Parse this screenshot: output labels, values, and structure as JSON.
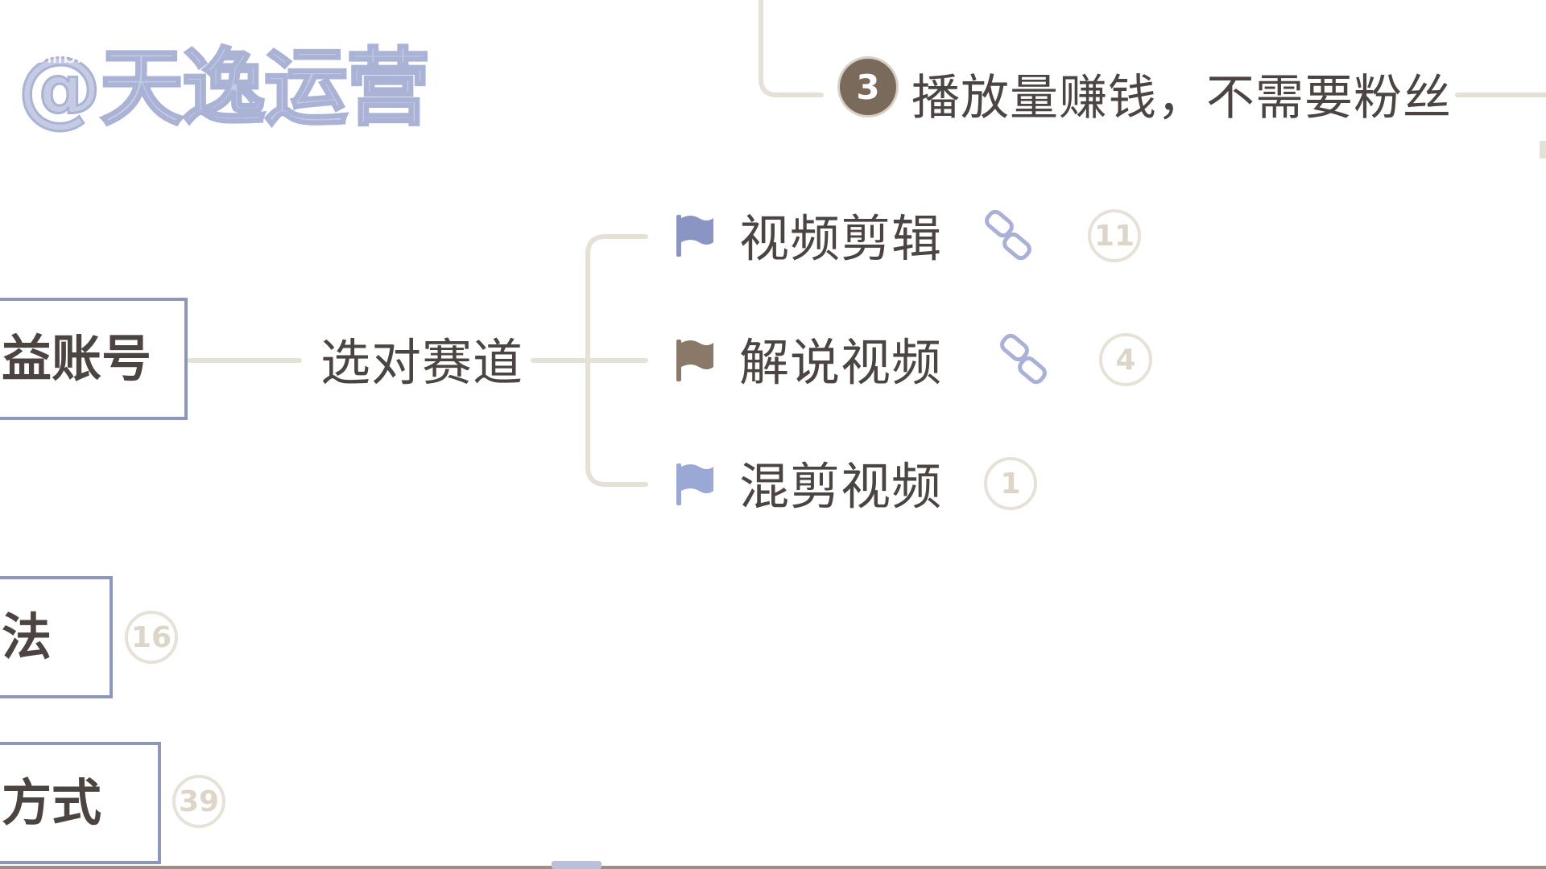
{
  "watermark": {
    "text": "@天逸运营",
    "sub": "Bilibili"
  },
  "top_branch": {
    "number": "3",
    "label": "播放量赚钱，不需要粉丝"
  },
  "parent_node": {
    "label": "益账号"
  },
  "middle_node": {
    "label": "选对赛道"
  },
  "children": [
    {
      "label": "视频剪辑",
      "flag_color": "#8a95c4",
      "has_link": true,
      "count": "11"
    },
    {
      "label": "解说视频",
      "flag_color": "#8a7868",
      "has_link": true,
      "count": "4"
    },
    {
      "label": "混剪视频",
      "flag_color": "#9aa8d6",
      "has_link": false,
      "count": "1"
    }
  ],
  "lower_nodes": [
    {
      "label": "法",
      "count": "16"
    },
    {
      "label": "方式",
      "count": "39"
    }
  ],
  "colors": {
    "connector": "#e6e1d7",
    "box_border": "#8f97b8",
    "text": "#4c4440",
    "link_icon": "#a9b1d6"
  }
}
